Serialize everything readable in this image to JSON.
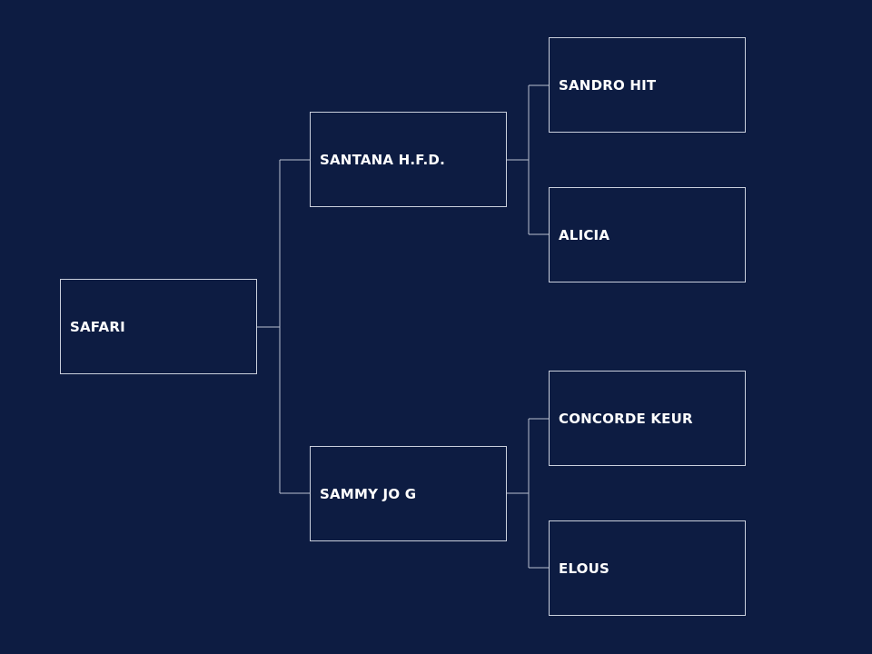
{
  "pedigree": {
    "subject": "SAFARI",
    "sire": "SANTANA H.F.D.",
    "dam": "SAMMY JO G",
    "sire_sire": "SANDRO HIT",
    "sire_dam": "ALICIA",
    "dam_sire": "CONCORDE KEUR",
    "dam_dam": "ELOUS"
  },
  "colors": {
    "background": "#0d1c42",
    "box_border": "#c9cfdc",
    "connector": "#b9c0d0",
    "text": "#ffffff"
  }
}
